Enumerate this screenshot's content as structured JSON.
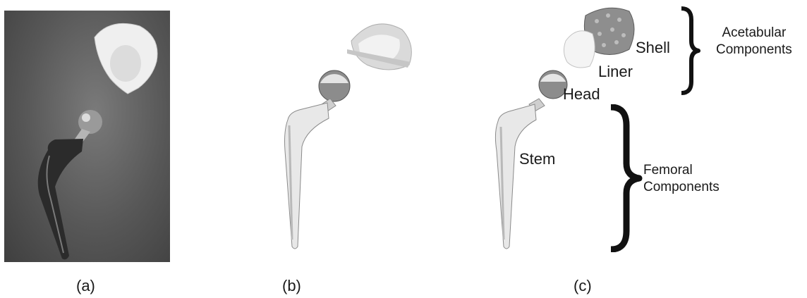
{
  "captions": {
    "a": "(a)",
    "b": "(b)",
    "c": "(c)"
  },
  "component_labels": {
    "shell": "Shell",
    "liner": "Liner",
    "head": "Head",
    "stem": "Stem"
  },
  "group_labels": {
    "acetabular_line1": "Acetabular",
    "acetabular_line2": "Components",
    "femoral_line1": "Femoral",
    "femoral_line2": "Components"
  }
}
